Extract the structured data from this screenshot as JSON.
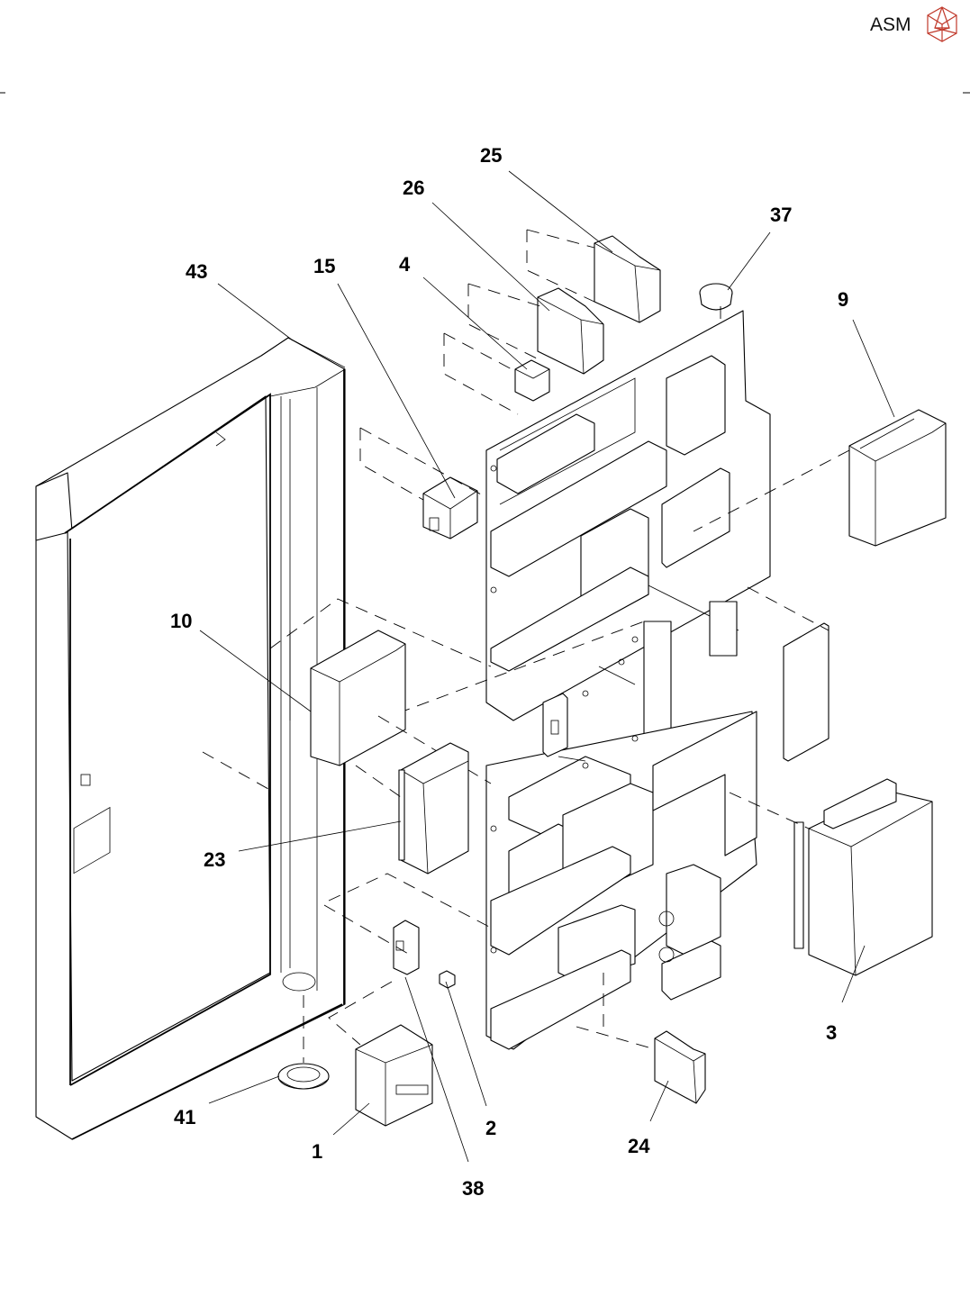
{
  "brand": {
    "name": "ASM",
    "logo_icon": "asm-polyhedron-logo-icon",
    "logo_color": "#c0392b"
  },
  "diagram": {
    "type": "exploded-view parts drawing",
    "callouts": [
      {
        "id": "43",
        "label": "43"
      },
      {
        "id": "15",
        "label": "15"
      },
      {
        "id": "4",
        "label": "4"
      },
      {
        "id": "26",
        "label": "26"
      },
      {
        "id": "25",
        "label": "25"
      },
      {
        "id": "37",
        "label": "37"
      },
      {
        "id": "9",
        "label": "9"
      },
      {
        "id": "10",
        "label": "10"
      },
      {
        "id": "23",
        "label": "23"
      },
      {
        "id": "3",
        "label": "3"
      },
      {
        "id": "41",
        "label": "41"
      },
      {
        "id": "1",
        "label": "1"
      },
      {
        "id": "38",
        "label": "38"
      },
      {
        "id": "2",
        "label": "2"
      },
      {
        "id": "24",
        "label": "24"
      }
    ]
  }
}
